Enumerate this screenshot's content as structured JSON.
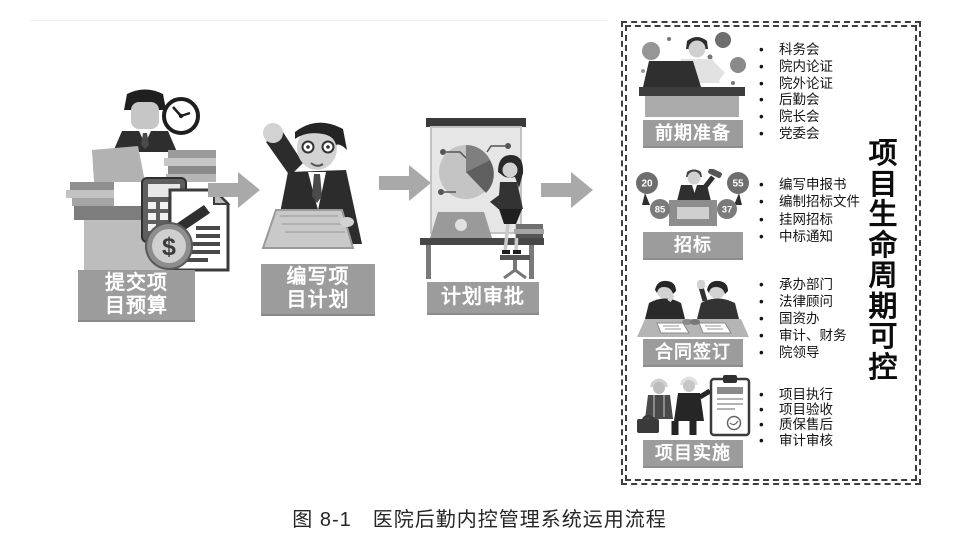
{
  "figure": {
    "caption": "图 8-1　医院后勤内控管理系统运用流程"
  },
  "flow_steps": [
    {
      "name": "提交项目预算",
      "line1": "提交项",
      "line2": "目预算"
    },
    {
      "name": "编写项目计划",
      "line1": "编写项",
      "line2": "目计划"
    },
    {
      "name": "计划审批",
      "line1": "计划审批",
      "line2": ""
    }
  ],
  "lifecycle_panel": {
    "vertical_title": "项目生命周期可控",
    "stages": [
      {
        "label": "前期准备",
        "items": [
          "科务会",
          "院内论证",
          "院外论证",
          "后勤会",
          "院长会",
          "党委会"
        ]
      },
      {
        "label": "招标",
        "items": [
          "编写申报书",
          "编制招标文件",
          "挂网招标",
          "中标通知"
        ],
        "paddles": [
          "20",
          "55",
          "85",
          "37"
        ]
      },
      {
        "label": "合同签订",
        "items": [
          "承办部门",
          "法律顾问",
          "国资办",
          "审计、财务",
          "院领导"
        ]
      },
      {
        "label": "项目实施",
        "items": [
          "项目执行",
          "项目验收",
          "质保售后",
          "审计审核"
        ]
      }
    ]
  },
  "icons": {
    "dollar_sign": "$"
  },
  "colors": {
    "label_box": "#9c9c9c",
    "arrow": "#a9a9a9",
    "panel_border": "#3e3e3e",
    "text": "#141414"
  }
}
